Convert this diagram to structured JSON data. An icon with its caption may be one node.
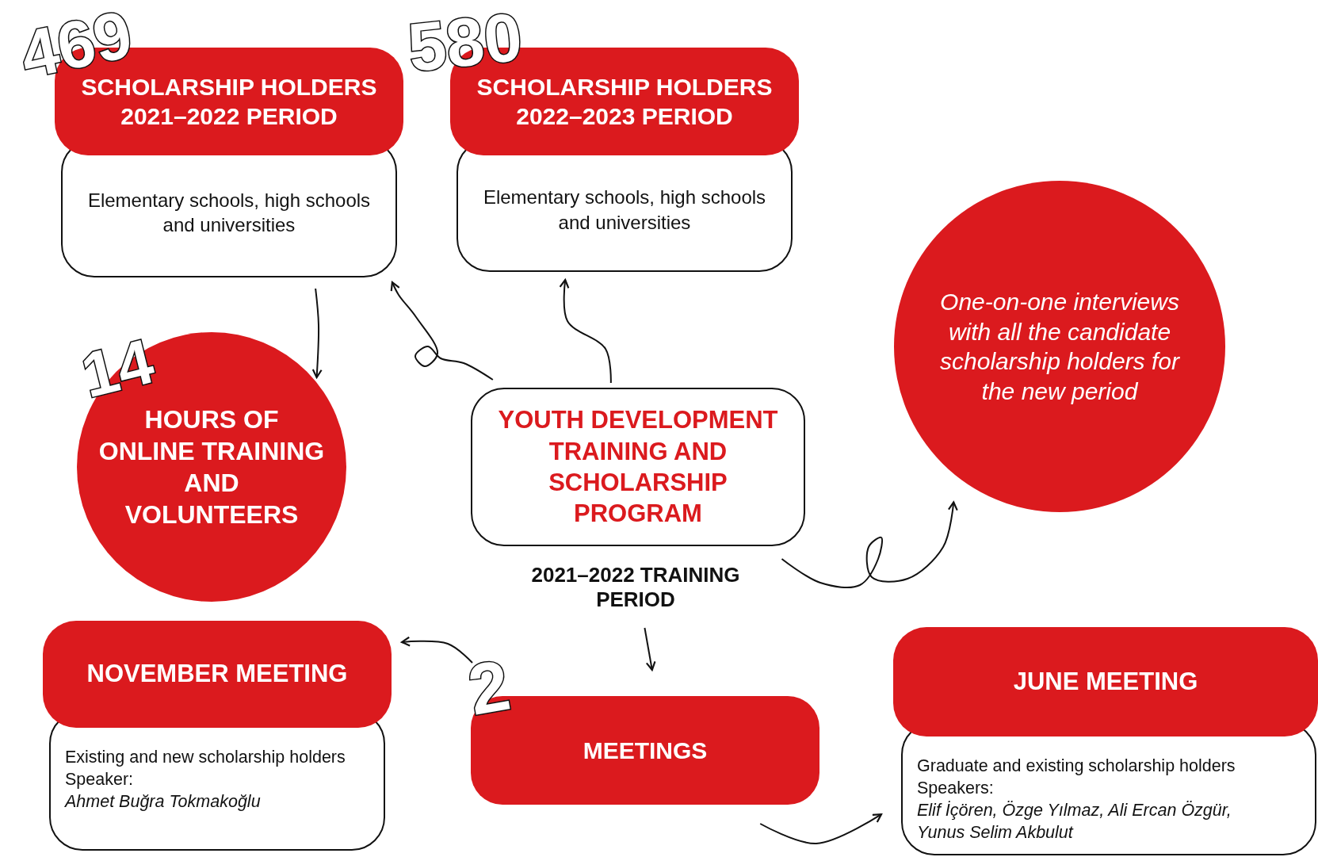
{
  "diagram": {
    "nodes": [
      {
        "text": [
          "SCHOLARSHIP HOLDERS 2021–2022 PERIOD",
          "Elementary schools, high schools and universities"
        ],
        "beside": [
          "469"
        ]
      },
      {
        "text": [
          "SCHOLARSHIP HOLDERS 2022–2023 PERIOD",
          "Elementary schools, high schools and universities"
        ],
        "beside": [
          "580"
        ]
      },
      {
        "text": [
          "14",
          "HOURS OF ONLINE TRAINING AND VOLUNTEERS"
        ]
      },
      {
        "text": [
          "YOUTH DEVELOPMENT TRAINING AND SCHOLARSHIP PROGRAM"
        ],
        "beside": [
          "2021–2022 TRAINING PERIOD"
        ]
      },
      {
        "text": [
          "One-on-one interviews with all the candidate scholarship holders for the new period"
        ]
      },
      {
        "text": [
          "NOVEMBER MEETING",
          "Existing and new scholarship holders",
          "Speaker:",
          "Ahmet Buğra Tokmakoğlu"
        ]
      },
      {
        "text": [
          "MEETINGS"
        ],
        "beside": [
          "2"
        ]
      },
      {
        "text": [
          "JUNE MEETING",
          "Graduate and existing scholarship holders",
          "Speakers:",
          "Elif İçören, Özge Yılmaz, Ali Ercan Özgür, Yunus Selim Akbulut"
        ]
      }
    ],
    "edges": [
      {
        "from": 0,
        "to": 2,
        "arrow": "to"
      },
      {
        "from": 3,
        "to": 0,
        "arrow": "to"
      },
      {
        "from": 3,
        "to": 1,
        "arrow": "to"
      },
      {
        "from": 3,
        "to": 4,
        "arrow": "to"
      },
      {
        "from": 3,
        "to": 6,
        "arrow": "to"
      },
      {
        "from": 6,
        "to": 5,
        "arrow": "to"
      },
      {
        "from": 6,
        "to": 7,
        "arrow": "to"
      }
    ]
  }
}
